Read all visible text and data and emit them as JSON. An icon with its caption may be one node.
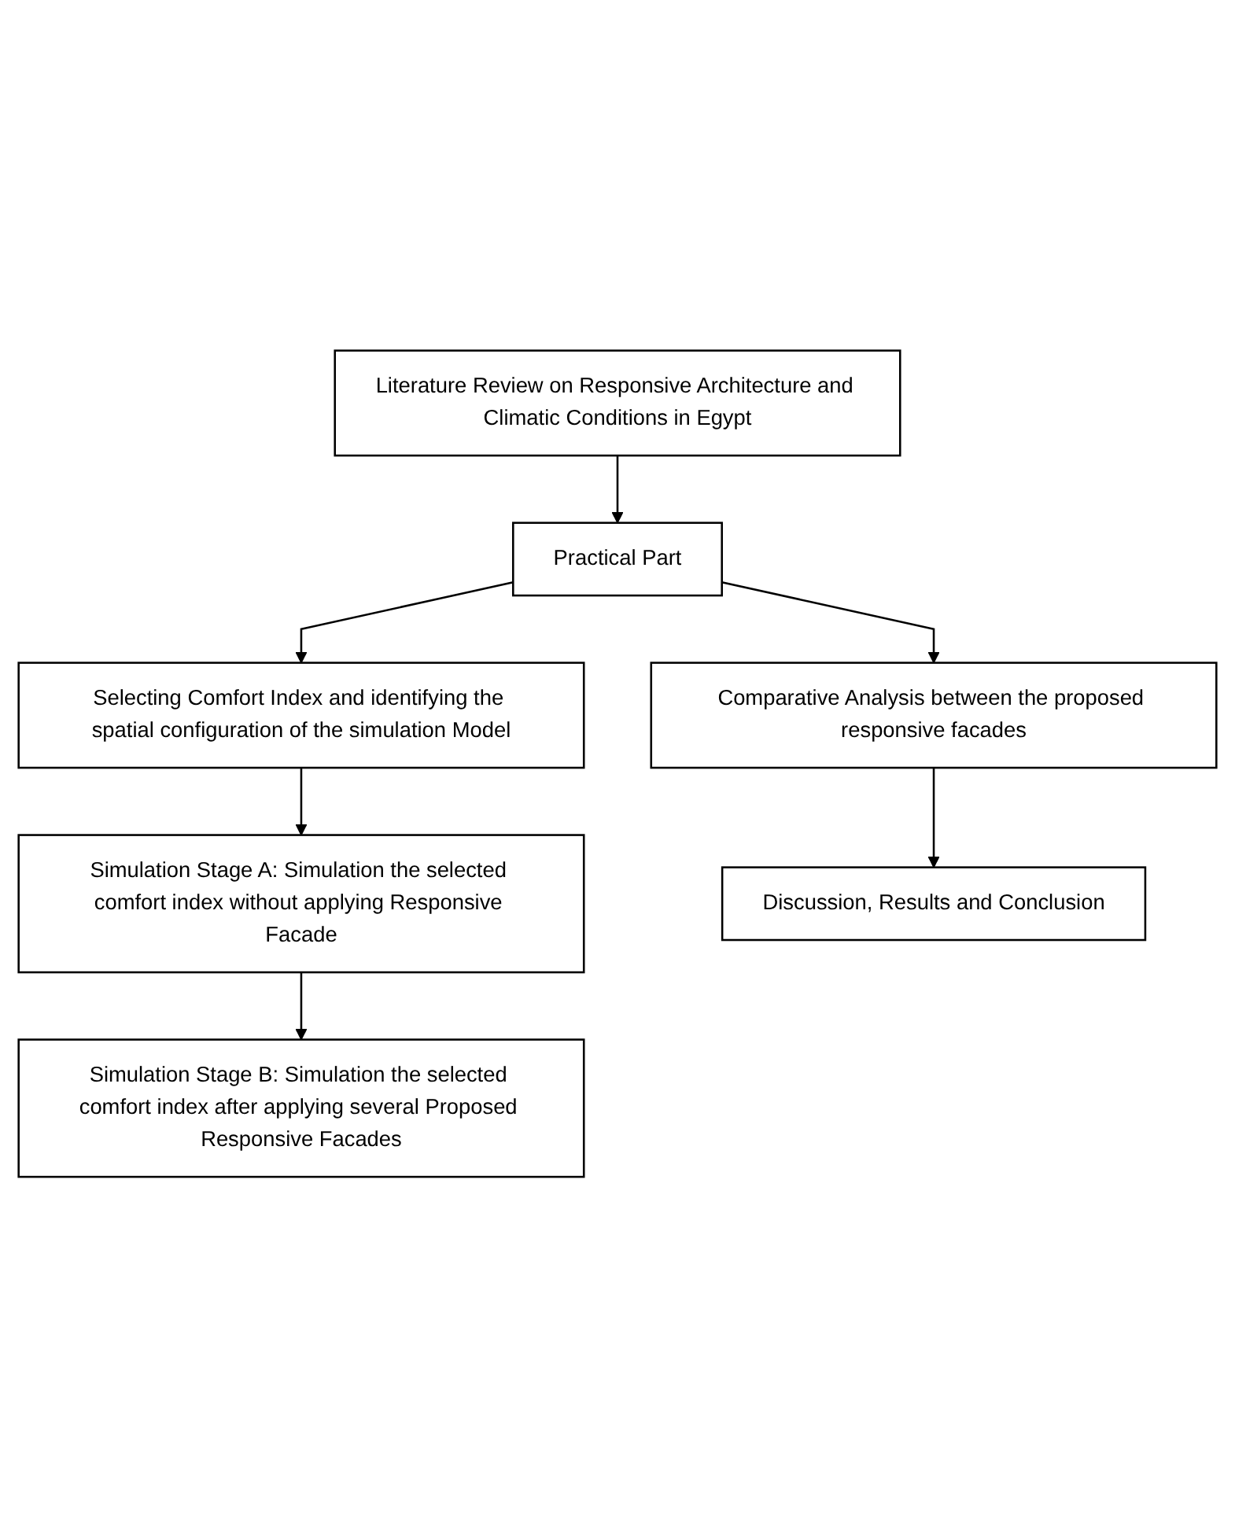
{
  "diagram": {
    "nodes": [
      {
        "text": [
          "Literature Review on Responsive Architecture and Climatic Conditions in Egypt"
        ]
      },
      {
        "text": [
          "Practical Part"
        ]
      },
      {
        "text": [
          "Selecting Comfort Index and identifying the spatial configuration of the simulation Model"
        ]
      },
      {
        "text": [
          "Simulation Stage A: Simulation the selected comfort index without applying Responsive Facade"
        ]
      },
      {
        "text": [
          "Simulation Stage B: Simulation the selected comfort index after applying several Proposed Responsive Facades"
        ]
      },
      {
        "text": [
          "Comparative Analysis between the proposed responsive facades"
        ]
      },
      {
        "text": [
          "Discussion, Results and Conclusion"
        ]
      }
    ],
    "edges": [
      {
        "from": 0,
        "to": 1,
        "arrow": "to"
      },
      {
        "from": 1,
        "to": 2,
        "arrow": "to"
      },
      {
        "from": 2,
        "to": 3,
        "arrow": "to"
      },
      {
        "from": 3,
        "to": 4,
        "arrow": "to"
      },
      {
        "from": 1,
        "to": 5,
        "arrow": "to"
      },
      {
        "from": 5,
        "to": 6,
        "arrow": "to"
      }
    ]
  }
}
